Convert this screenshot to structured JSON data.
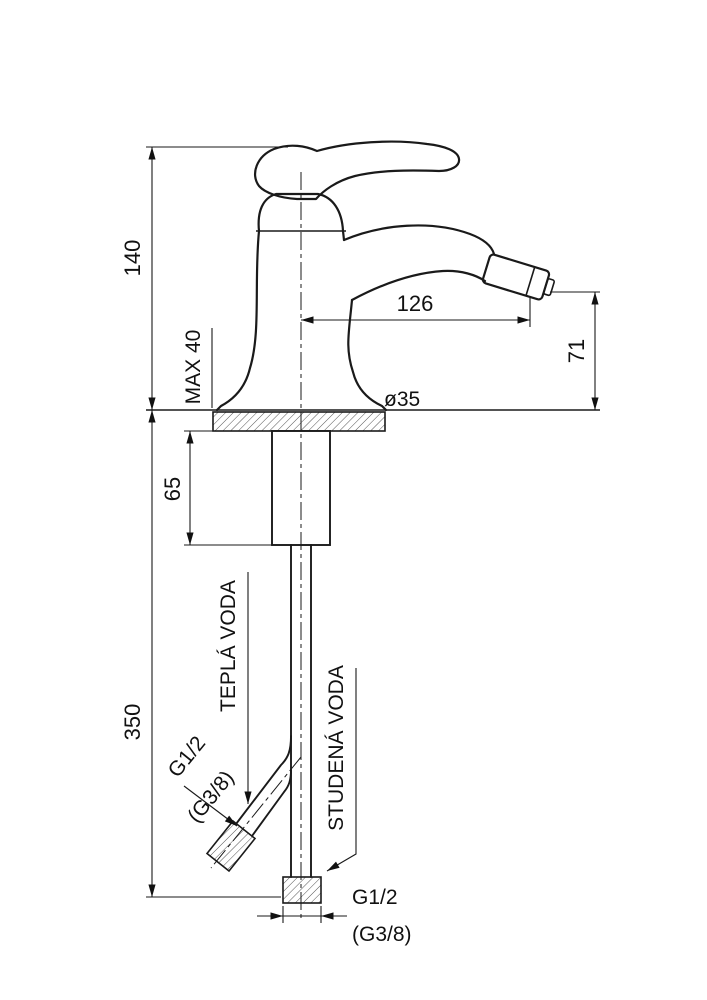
{
  "drawing": {
    "dims": {
      "height_above_deck": "140",
      "spout_reach": "126",
      "outlet_height": "71",
      "max_deck_thickness": "MAX 40",
      "hole_diameter": "ø35",
      "shank_length": "65",
      "hose_length": "350",
      "hot_thread": "G1/2",
      "hot_thread_alt": "(G3/8)",
      "bottom_thread": "G1/2",
      "bottom_thread_alt": "(G3/8)"
    },
    "labels": {
      "hot_water": "TEPLÁ VODA",
      "cold_water": "STUDENÁ VODA"
    },
    "colors": {
      "line": "#1a1a1a",
      "hatch": "#555555",
      "background": "#ffffff"
    }
  }
}
